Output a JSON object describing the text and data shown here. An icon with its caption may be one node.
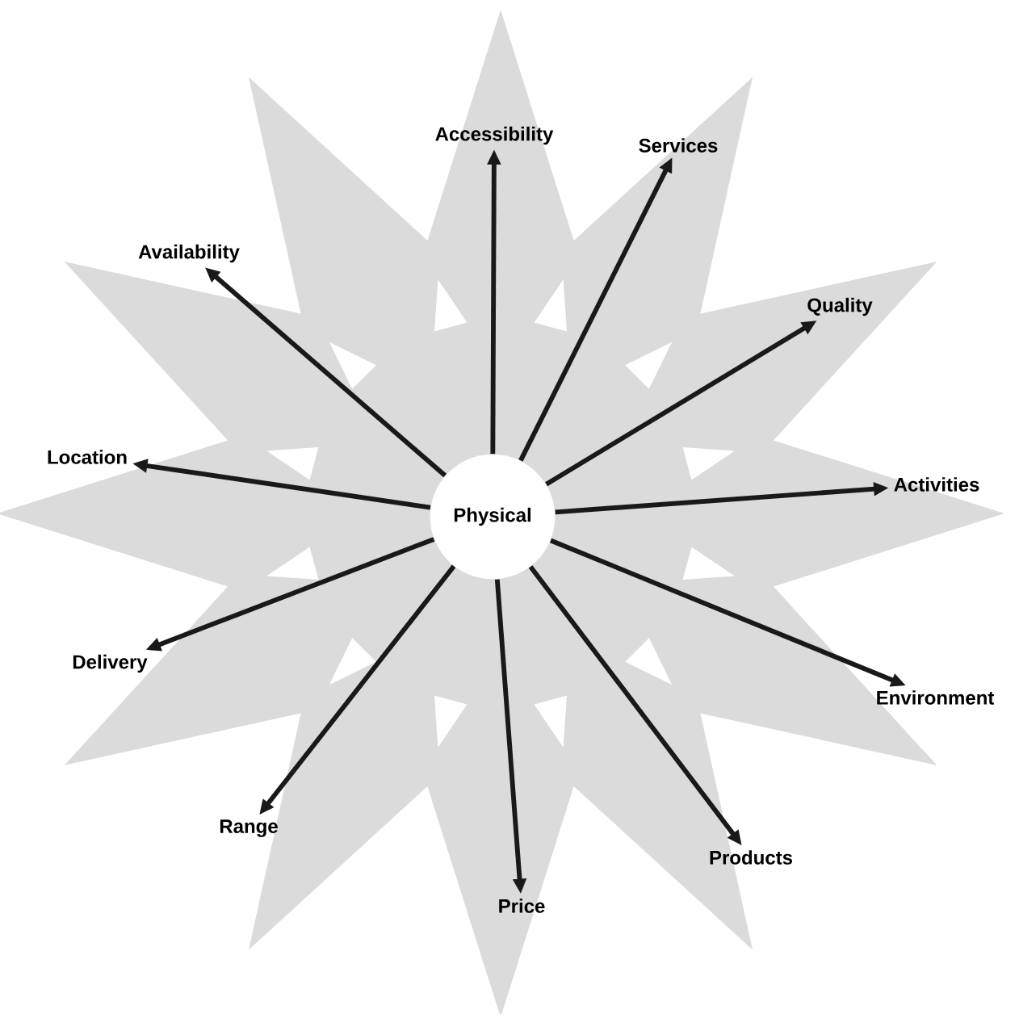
{
  "diagram": {
    "nodes": [
      {
        "text": [
          "Accessibility"
        ]
      },
      {
        "text": [
          "Services"
        ]
      },
      {
        "text": [
          "Availability"
        ]
      },
      {
        "text": [
          "Quality"
        ]
      },
      {
        "text": [
          "Location"
        ]
      },
      {
        "text": [
          "Activities"
        ]
      },
      {
        "text": [
          "Physical"
        ]
      },
      {
        "text": [
          "Delivery"
        ]
      },
      {
        "text": [
          "Environment"
        ]
      },
      {
        "text": [
          "Range"
        ]
      },
      {
        "text": [
          "Products"
        ]
      },
      {
        "text": [
          "Price"
        ]
      }
    ],
    "edges": [
      {
        "from": 6,
        "to": 0,
        "arrow": "to"
      },
      {
        "from": 6,
        "to": 1,
        "arrow": "to"
      },
      {
        "from": 6,
        "to": 2,
        "arrow": "to"
      },
      {
        "from": 6,
        "to": 3,
        "arrow": "to"
      },
      {
        "from": 6,
        "to": 4,
        "arrow": "to"
      },
      {
        "from": 6,
        "to": 5,
        "arrow": "to"
      },
      {
        "from": 6,
        "to": 7,
        "arrow": "to"
      },
      {
        "from": 6,
        "to": 8,
        "arrow": "to"
      },
      {
        "from": 6,
        "to": 9,
        "arrow": "to"
      },
      {
        "from": 6,
        "to": 10,
        "arrow": "to"
      },
      {
        "from": 6,
        "to": 11,
        "arrow": "to"
      }
    ]
  }
}
